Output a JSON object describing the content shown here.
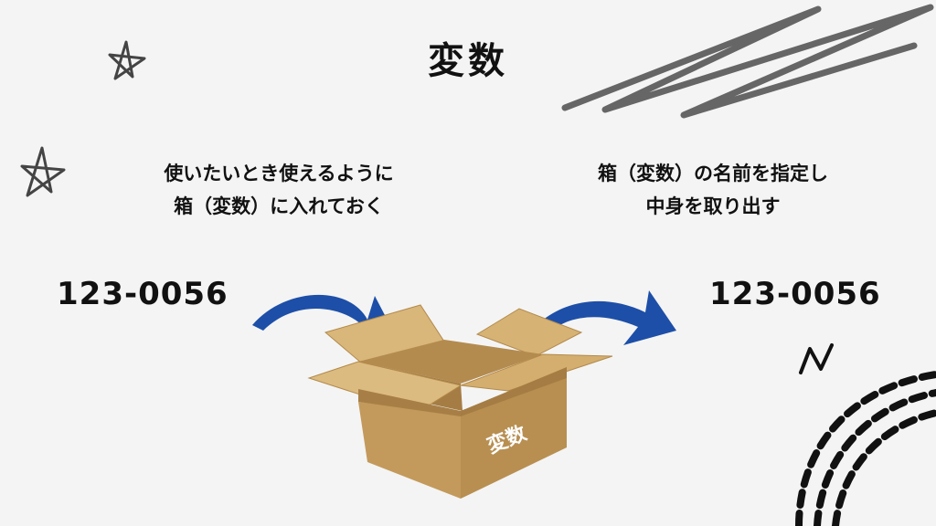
{
  "title": "変数",
  "left_caption": {
    "line1": "使いたいとき使えるように",
    "line2": "箱（変数）に入れておく"
  },
  "right_caption": {
    "line1": "箱（変数）の名前を指定し",
    "line2": "中身を取り出す"
  },
  "left_value": "123-0056",
  "right_value": "123-0056",
  "box_label": "変数",
  "colors": {
    "background": "#f4f4f4",
    "arrow": "#1d4fa8",
    "box": "#c9a263",
    "ink": "#111111"
  }
}
